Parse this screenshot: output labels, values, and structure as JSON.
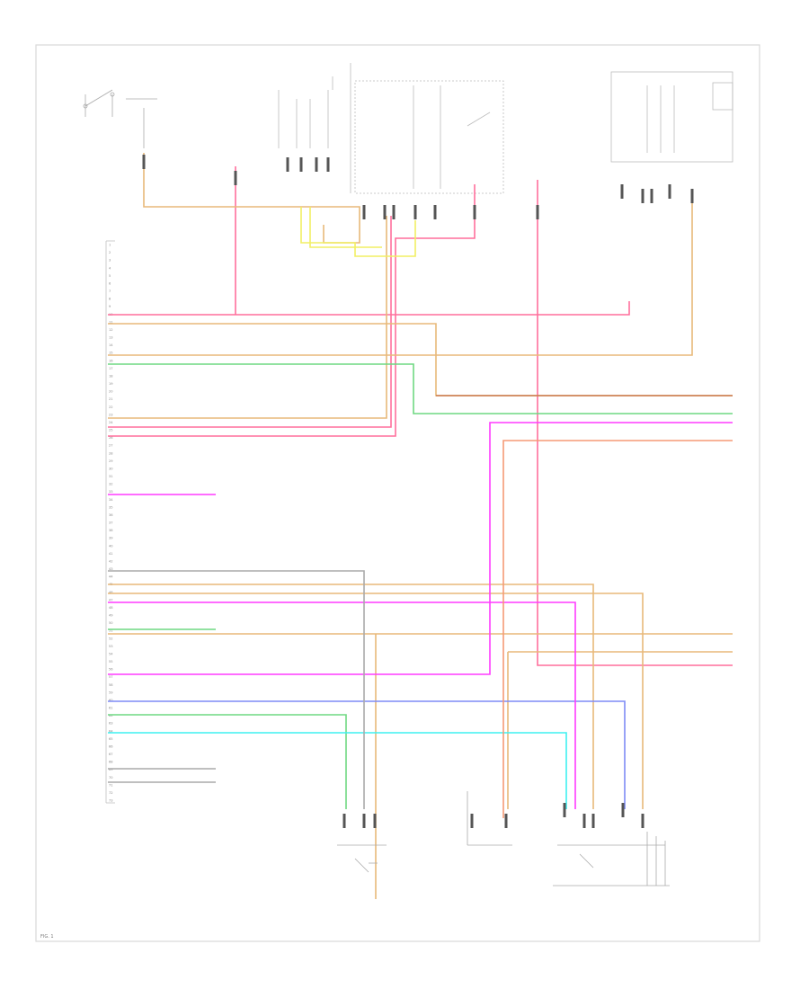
{
  "diagram": {
    "footer_code": "FIG. 1"
  },
  "colors": {
    "frame": "#d9d9d9",
    "pink": "#ff6f9c",
    "tan": "#e8b97a",
    "yellow": "#f2ef63",
    "green": "#6fd882",
    "blue": "#7e8cf5",
    "cyan": "#3ff0f0",
    "magenta": "#ff3cff",
    "orange": "#f2a468",
    "darkorange": "#c97a4e",
    "salmon": "#f59a76",
    "gray": "#aaaaaa"
  },
  "ecm_pins": [
    "1",
    "2",
    "3",
    "4",
    "5",
    "6",
    "7",
    "8",
    "9",
    "10",
    "11",
    "12",
    "13",
    "14",
    "15",
    "16",
    "17",
    "18",
    "19",
    "20",
    "21",
    "22",
    "23",
    "24",
    "25",
    "26",
    "27",
    "28",
    "29",
    "30",
    "31",
    "32",
    "33",
    "34",
    "35",
    "36",
    "37",
    "38",
    "39",
    "40",
    "41",
    "42",
    "43",
    "44",
    "45",
    "46",
    "47",
    "48",
    "49",
    "50",
    "51",
    "52",
    "53",
    "54",
    "55",
    "56",
    "57",
    "58",
    "59",
    "60",
    "61",
    "62",
    "63",
    "64",
    "65",
    "66",
    "67",
    "68",
    "69",
    "70",
    "71",
    "72",
    "73"
  ]
}
